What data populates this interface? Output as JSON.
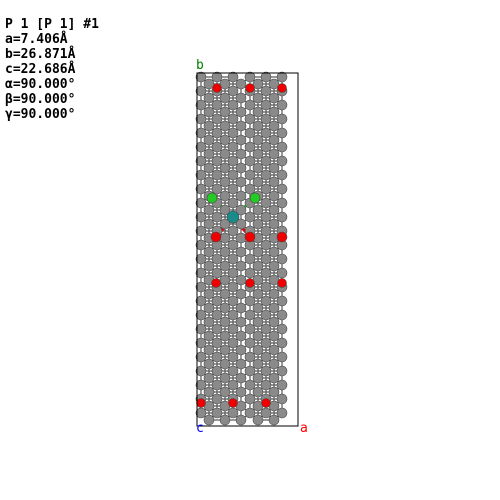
{
  "cell_info": {
    "spacegroup": "P 1 [P 1] #1",
    "a": "a=7.406Å",
    "b": "b=26.871Å",
    "c": "c=22.686Å",
    "alpha": "α=90.000°",
    "beta": "β=90.000°",
    "gamma": "γ=90.000°"
  },
  "axes": {
    "a_label": "a",
    "b_label": "b",
    "c_label": "c",
    "a_color": "#ff0000",
    "b_color": "#008000",
    "c_color": "#0000ff"
  },
  "colors": {
    "carbon": "#8a8a8a",
    "bond": "#555555",
    "oxygen": "#ee0000",
    "chlorine": "#22cc22",
    "metal": "#1a8a8a",
    "cell_edge": "#000000"
  }
}
